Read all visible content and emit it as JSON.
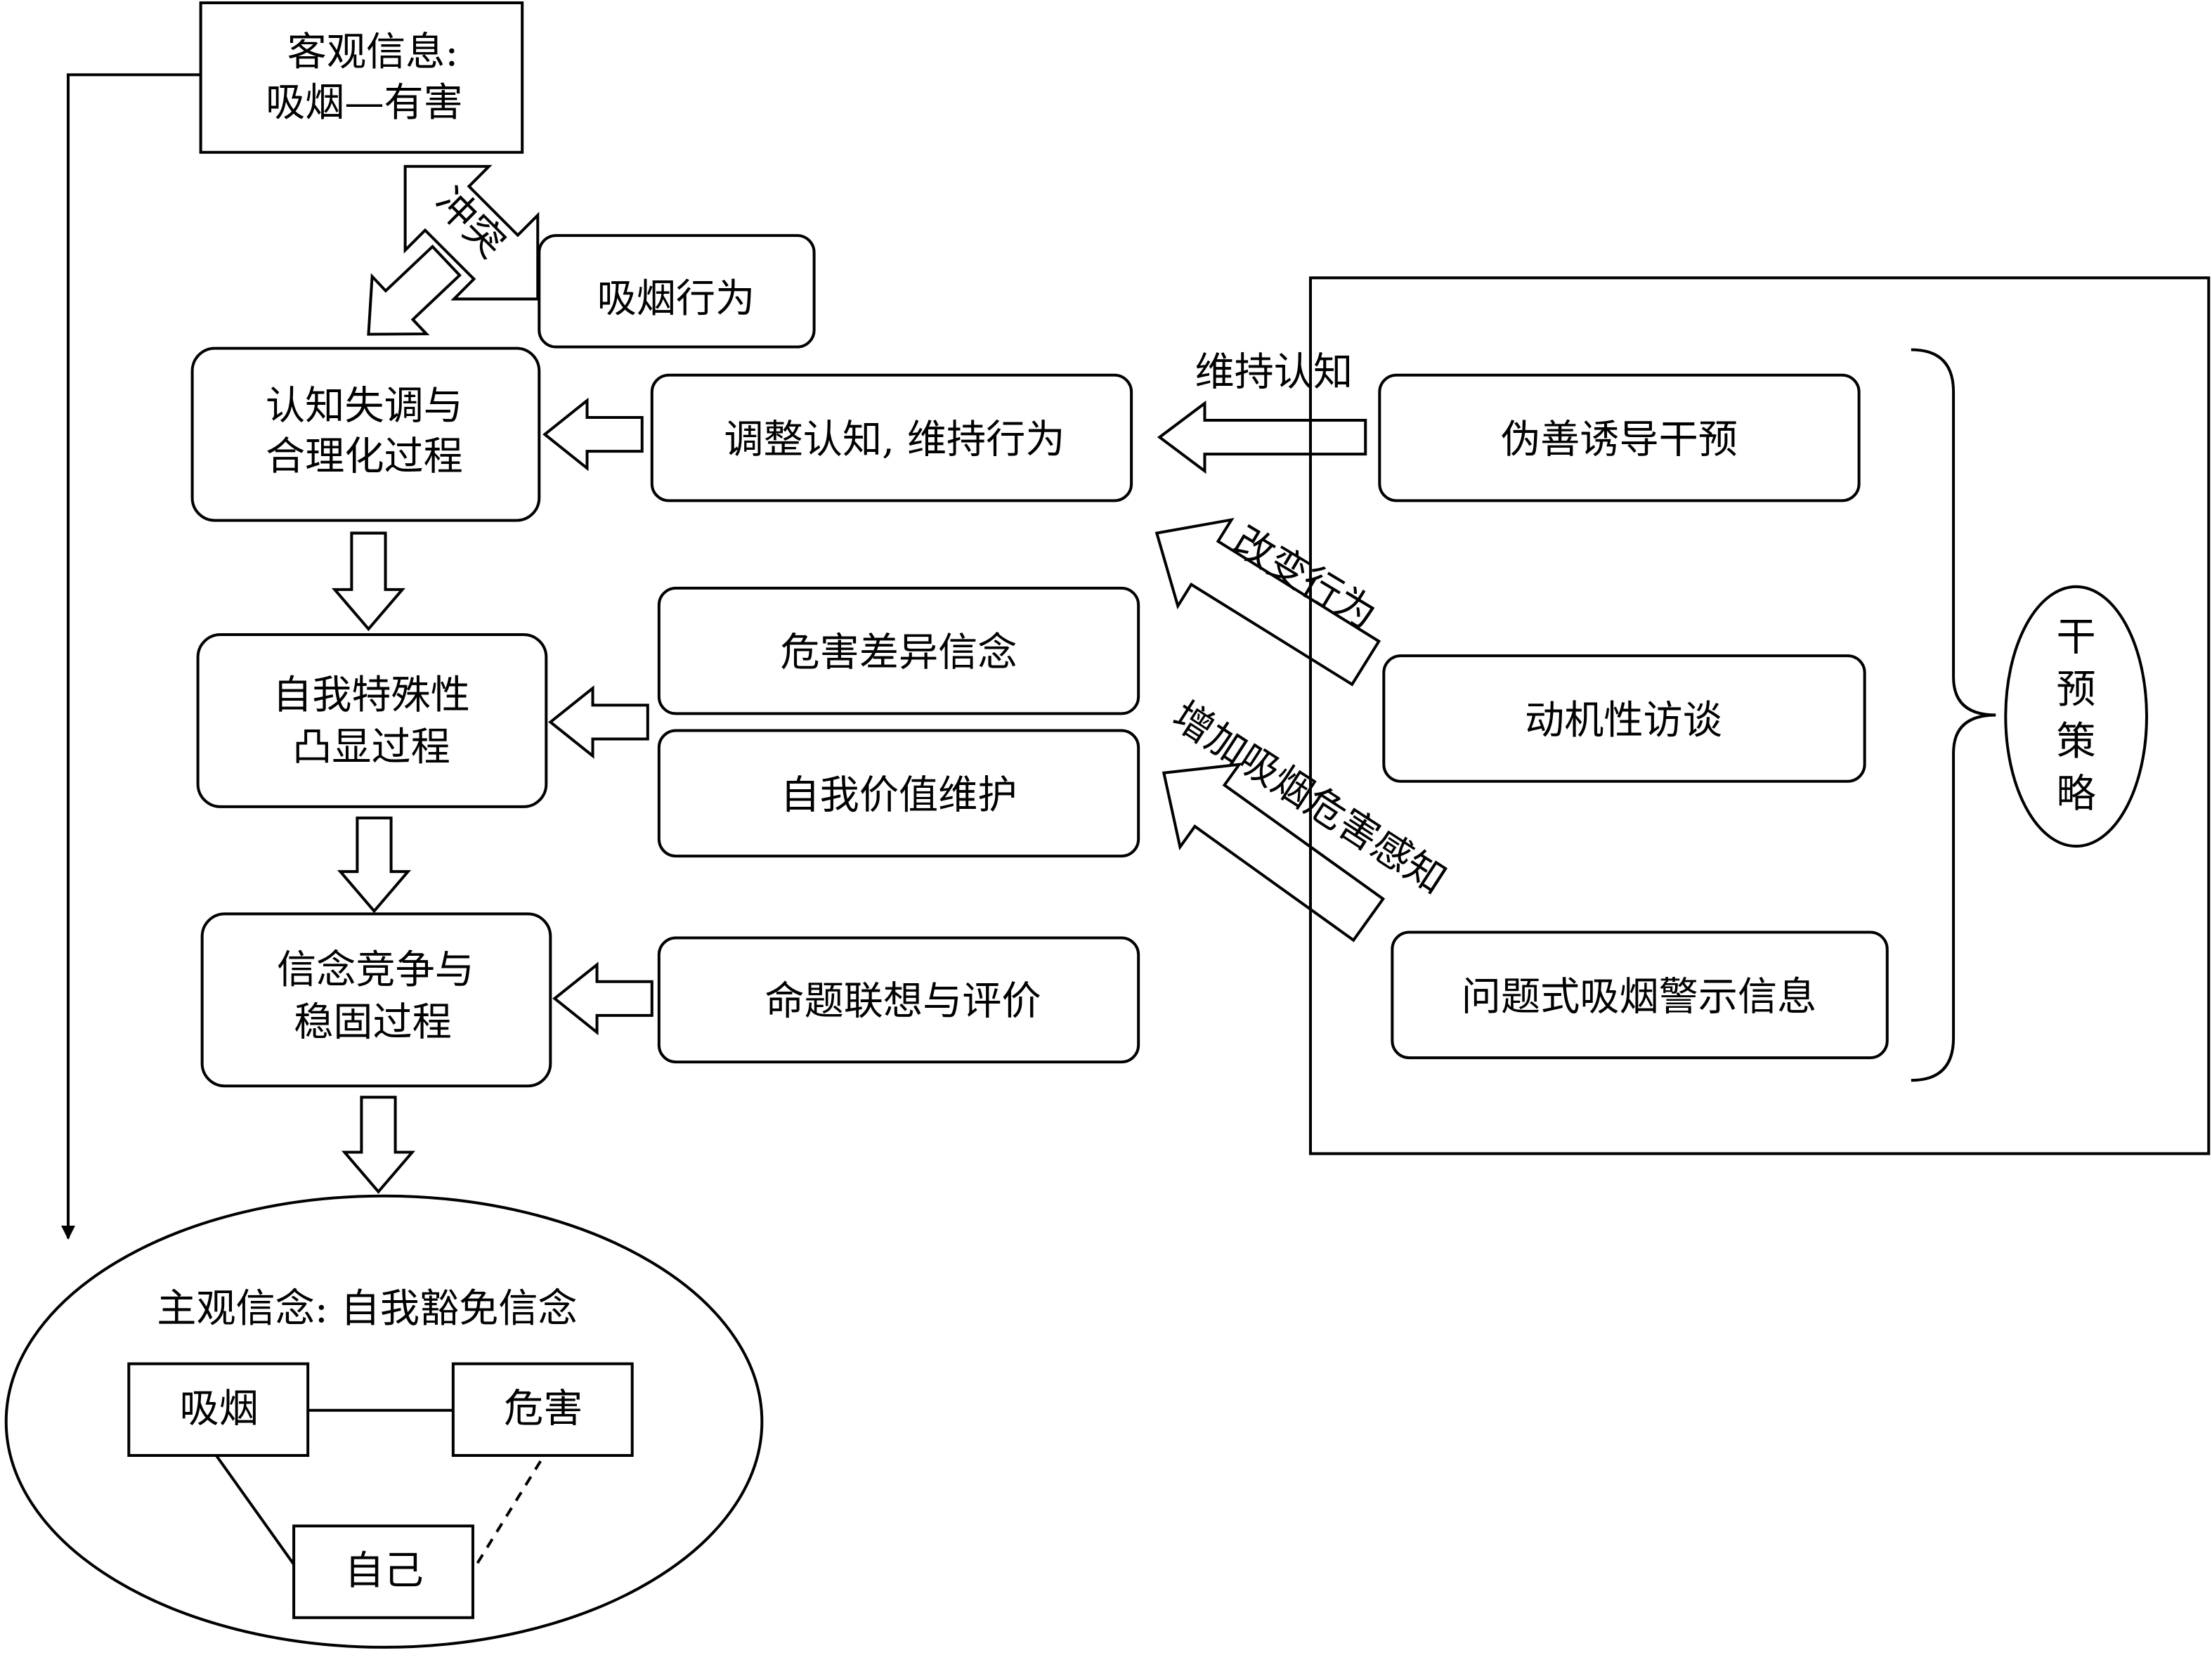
{
  "objective": {
    "line1": "客观信息:",
    "line2": "吸烟—有害"
  },
  "conflict_label": "冲突",
  "smoking_behavior": "吸烟行为",
  "process1": {
    "line1": "认知失调与",
    "line2": "合理化过程"
  },
  "process2": {
    "line1": "自我特殊性",
    "line2": "凸显过程"
  },
  "process3": {
    "line1": "信念竞争与",
    "line2": "稳固过程"
  },
  "mechanisms": {
    "adjust": "调整认知, 维持行为",
    "harm_belief": "危害差异信念",
    "self_worth": "自我价值维护",
    "association": "命题联想与评价"
  },
  "interventions": {
    "hypocrisy": "伪善诱导干预",
    "motivational": "动机性访谈",
    "warning": "问题式吸烟警示信息"
  },
  "arrow_labels": {
    "maintain_cognition": "维持认知",
    "change_behavior": "改变行为",
    "increase_perception": "增加吸烟危害感知"
  },
  "strategy": [
    "干",
    "预",
    "策",
    "略"
  ],
  "subjective": {
    "title": "主观信念: 自我豁免信念",
    "smoking": "吸烟",
    "harm": "危害",
    "self": "自己"
  }
}
